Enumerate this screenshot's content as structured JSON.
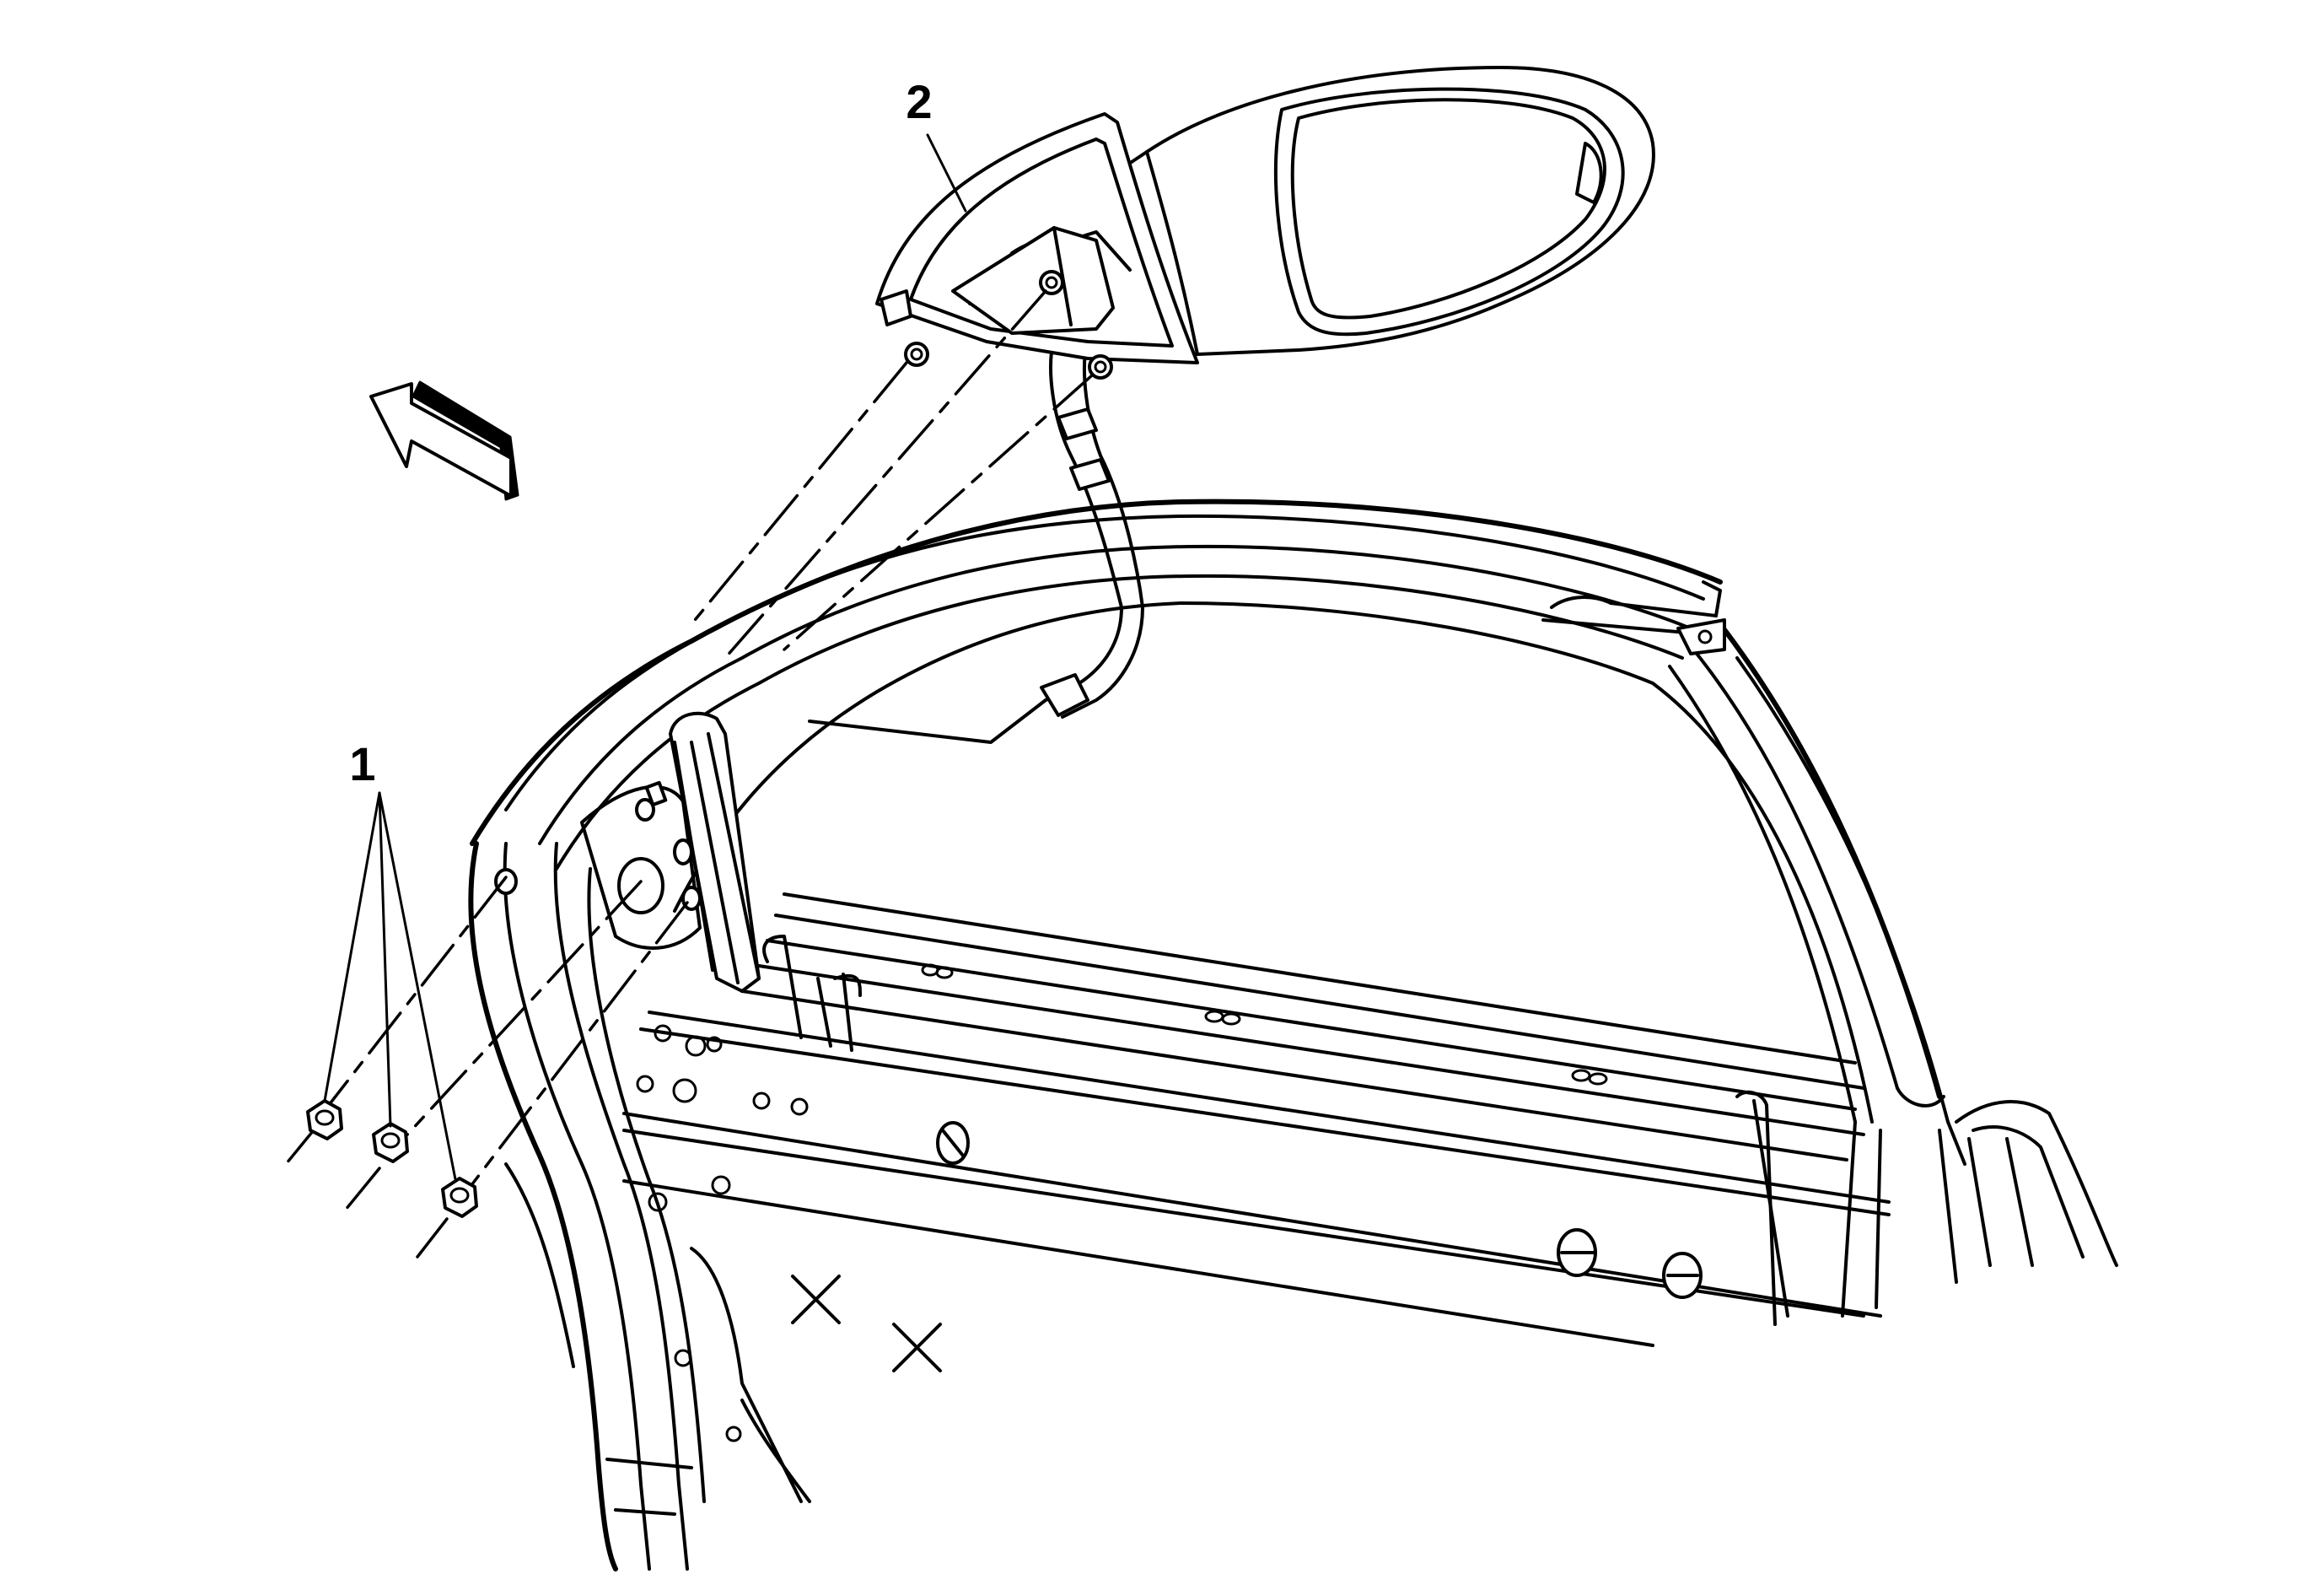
{
  "callouts": [
    {
      "id": "nuts",
      "label": "1"
    },
    {
      "id": "mirror",
      "label": "2"
    }
  ]
}
